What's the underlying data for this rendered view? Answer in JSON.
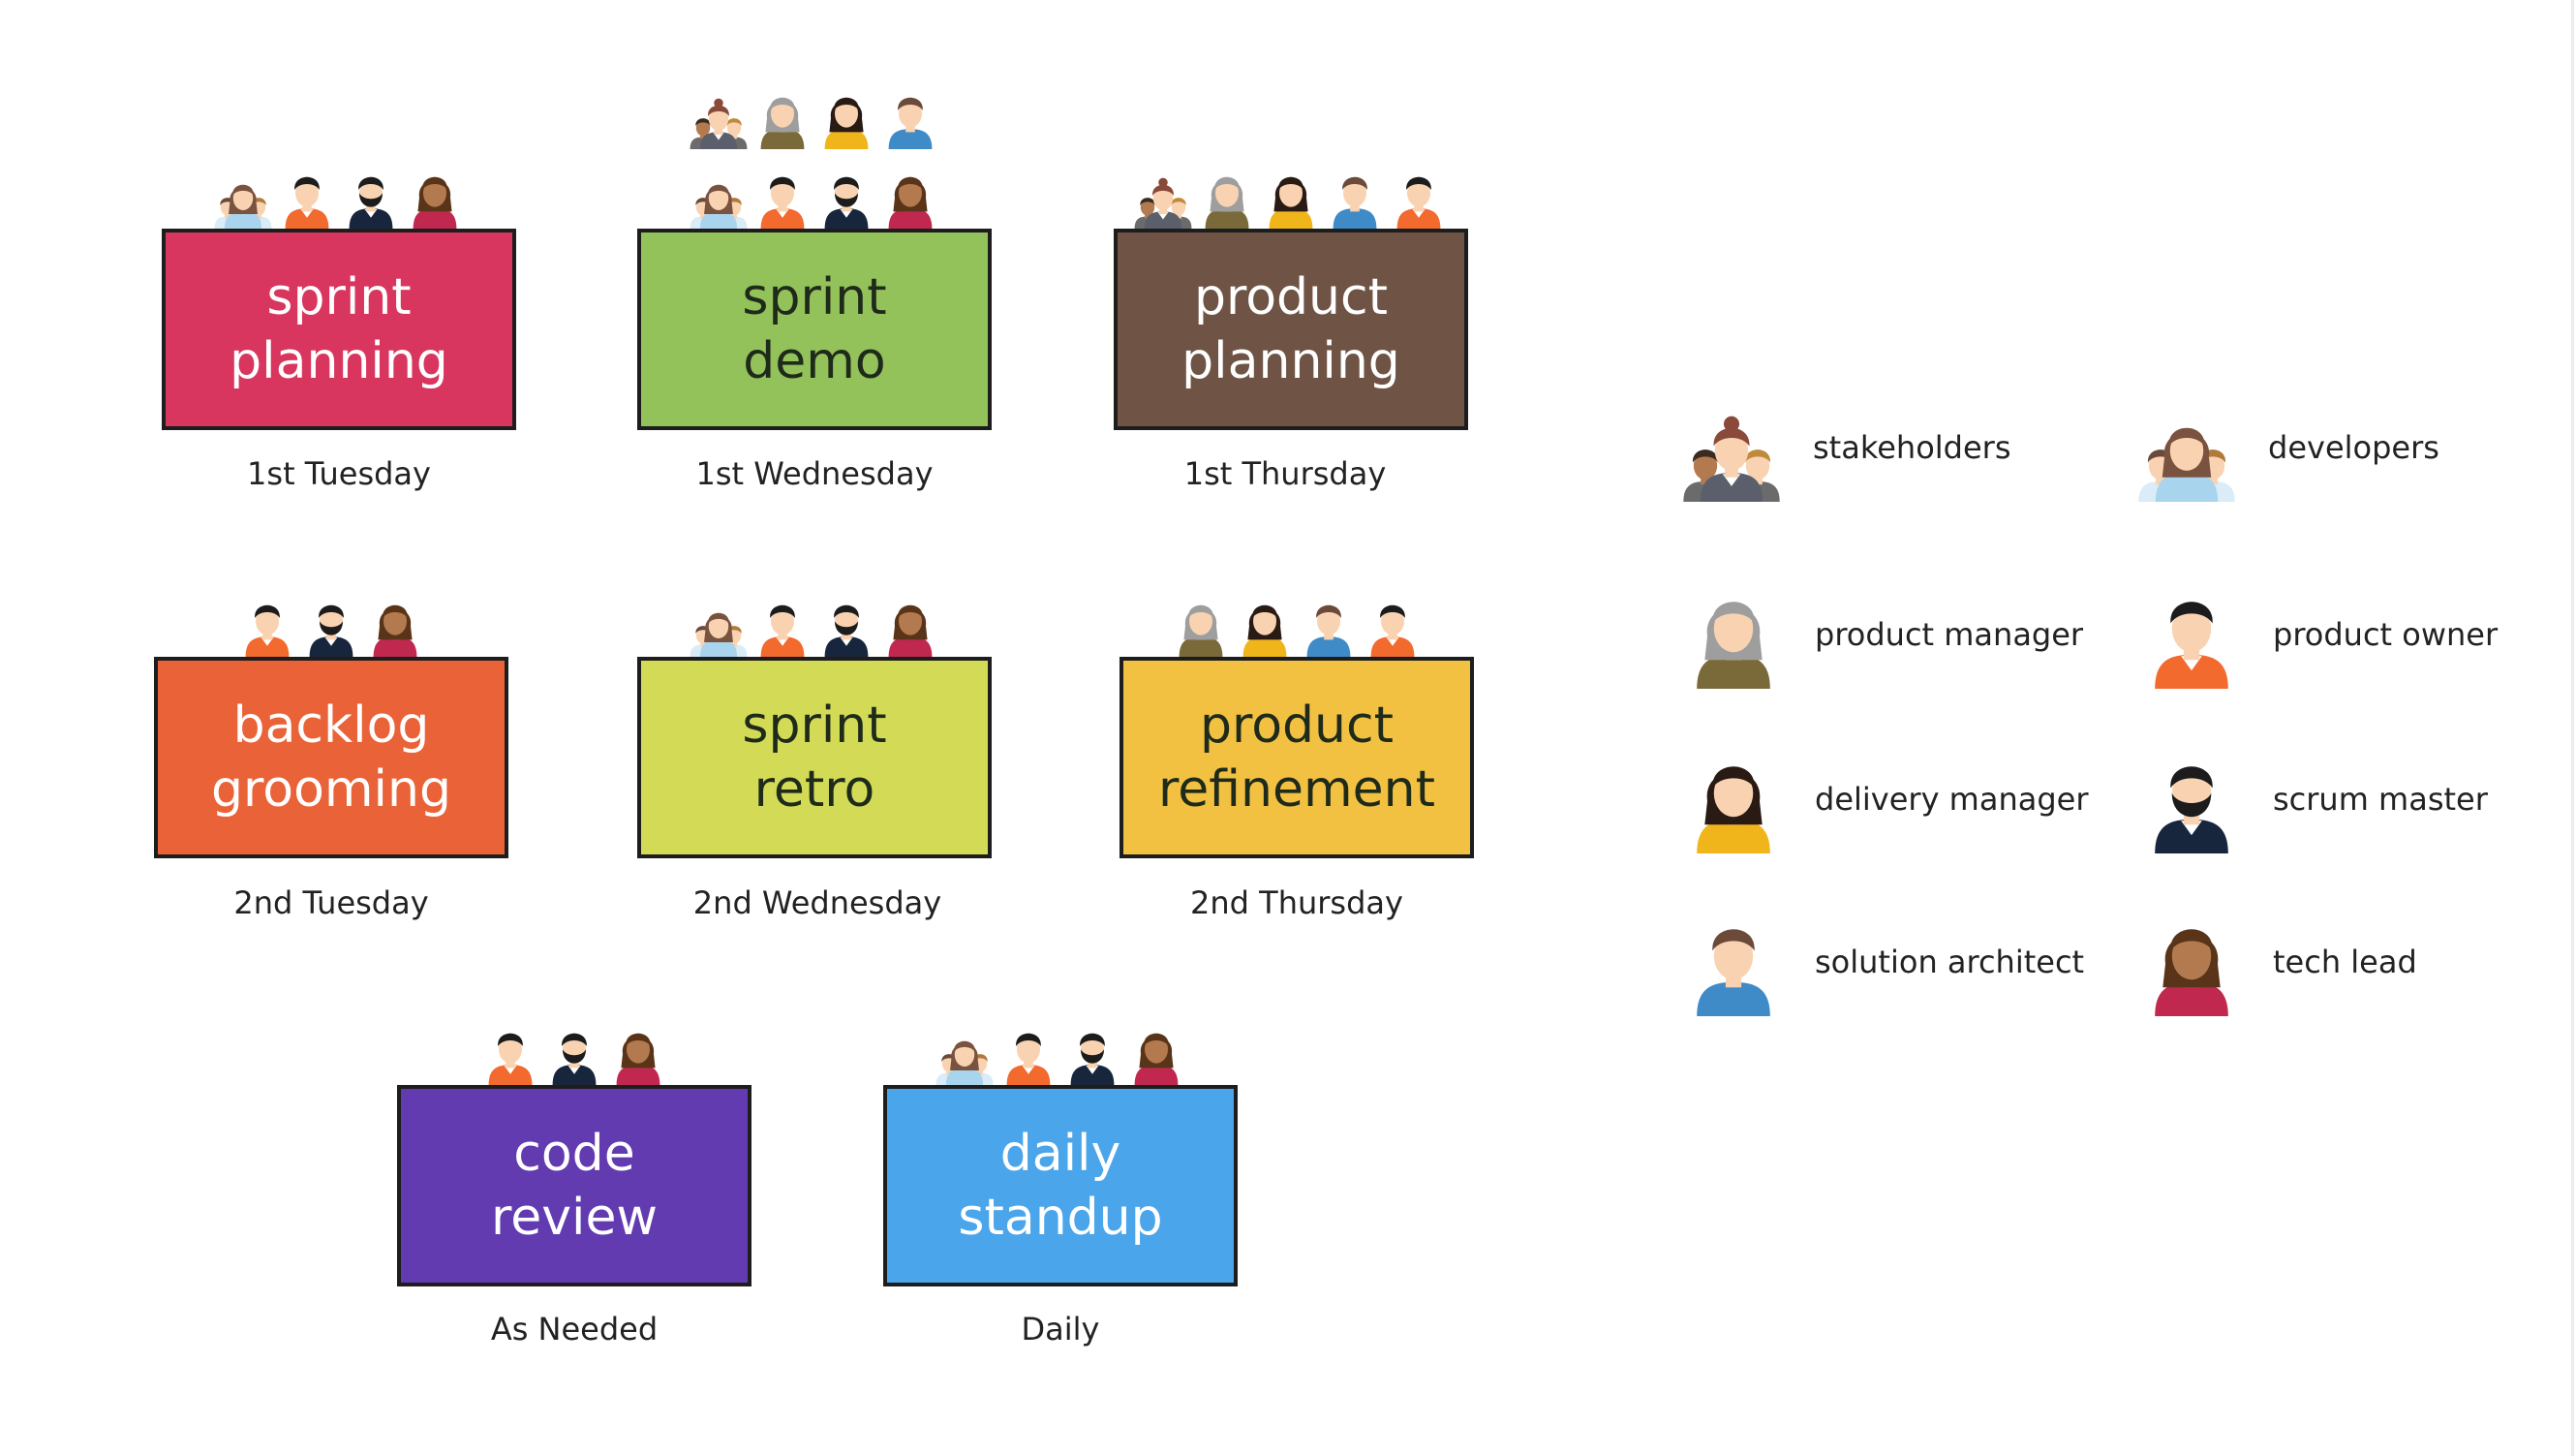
{
  "colors": {
    "text_dark": "#1e2a1a",
    "text_light": "#ffffff",
    "border": "#1d1d1d"
  },
  "meetings": [
    {
      "id": "sprint-planning",
      "title": "sprint\nplanning",
      "frequency": "1st Tuesday",
      "fill": "#d8365e",
      "text_color": "#ffffff",
      "attendees": [
        "developers",
        "product-owner",
        "scrum-master",
        "tech-lead"
      ]
    },
    {
      "id": "sprint-demo",
      "title": "sprint\ndemo",
      "frequency": "1st Wednesday",
      "fill": "#93c15a",
      "text_color": "#1e2a1a",
      "attendees": [
        "developers",
        "product-owner",
        "scrum-master",
        "tech-lead"
      ],
      "attendees_top": [
        "stakeholders",
        "product-manager",
        "delivery-manager",
        "solution-architect"
      ]
    },
    {
      "id": "product-planning",
      "title": "product\nplanning",
      "frequency": "1st Thursday",
      "fill": "#6f5446",
      "text_color": "#ffffff",
      "attendees": [
        "stakeholders",
        "product-manager",
        "delivery-manager",
        "solution-architect",
        "product-owner"
      ]
    },
    {
      "id": "backlog-grooming",
      "title": "backlog\ngrooming",
      "frequency": "2nd Tuesday",
      "fill": "#ea6237",
      "text_color": "#ffffff",
      "attendees": [
        "product-owner",
        "scrum-master",
        "tech-lead"
      ]
    },
    {
      "id": "sprint-retro",
      "title": "sprint\nretro",
      "frequency": "2nd Wednesday",
      "fill": "#d3db56",
      "text_color": "#1e2a1a",
      "attendees": [
        "developers",
        "product-owner",
        "scrum-master",
        "tech-lead"
      ]
    },
    {
      "id": "product-refinement",
      "title": "product\nrefinement",
      "frequency": "2nd Thursday",
      "fill": "#f3c142",
      "text_color": "#1e2a1a",
      "attendees": [
        "product-manager",
        "delivery-manager",
        "solution-architect",
        "product-owner"
      ]
    },
    {
      "id": "code-review",
      "title": "code\nreview",
      "frequency": "As Needed",
      "fill": "#633bb1",
      "text_color": "#ffffff",
      "attendees": [
        "product-owner",
        "scrum-master",
        "tech-lead"
      ]
    },
    {
      "id": "daily-standup",
      "title": "daily\nstandup",
      "frequency": "Daily",
      "fill": "#4ba5ea",
      "text_color": "#ffffff",
      "attendees": [
        "developers",
        "product-owner",
        "scrum-master",
        "tech-lead"
      ]
    }
  ],
  "legend": [
    {
      "role": "stakeholders",
      "label": "stakeholders"
    },
    {
      "role": "developers",
      "label": "developers"
    },
    {
      "role": "product-manager",
      "label": "product manager"
    },
    {
      "role": "product-owner",
      "label": "product owner"
    },
    {
      "role": "delivery-manager",
      "label": "delivery manager"
    },
    {
      "role": "scrum-master",
      "label": "scrum master"
    },
    {
      "role": "solution-architect",
      "label": "solution architect"
    },
    {
      "role": "tech-lead",
      "label": "tech lead"
    }
  ]
}
